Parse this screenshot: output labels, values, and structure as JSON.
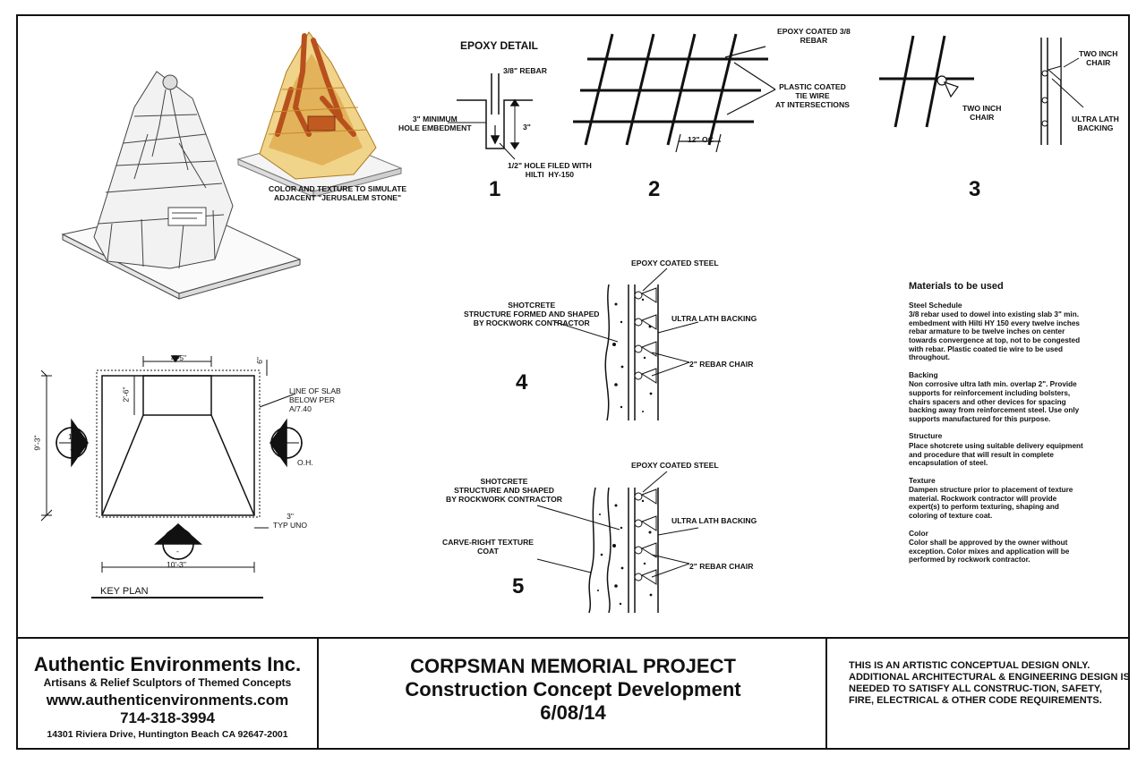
{
  "details": {
    "epoxy_title": "EPOXY DETAIL",
    "rebar_3_8": "3/8\" REBAR",
    "min_hole": "3\" MINIMUM\nHOLE EMBEDMENT",
    "depth_3": "3\"",
    "hole_filled": "1/2\" HOLE FILED WITH\nHILTI  HY-150",
    "epoxy_coated_3_8": "EPOXY COATED 3/8\nREBAR",
    "plastic_tie": "PLASTIC COATED\nTIE WIRE\nAT INTERSECTIONS",
    "oc_12": "12\" OC",
    "two_inch_chair": "TWO INCH\nCHAIR",
    "two_inch_chair_2": "TWO INCH\nCHAIR",
    "ultra_lath": "ULTRA LATH\nBACKING",
    "num1": "1",
    "num2": "2",
    "num3": "3",
    "num4": "4",
    "num5": "5",
    "color_texture": "COLOR AND TEXTURE TO SIMULATE\nADJACENT \"JERUSALEM STONE\"",
    "epoxy_steel_4": "EPOXY COATED STEEL",
    "shotcrete_4": "SHOTCRETE\nSTRUCTURE FORMED AND SHAPED\nBY ROCKWORK CONTRACTOR",
    "lath_4": "ULTRA LATH BACKING",
    "chair_4": "2\" REBAR CHAIR",
    "epoxy_steel_5": "EPOXY COATED STEEL",
    "shotcrete_5": "SHOTCRETE\nSTRUCTURE AND SHAPED\nBY ROCKWORK CONTRACTOR",
    "lath_5": "ULTRA LATH BACKING",
    "carve_right": "CARVE-RIGHT TEXTURE\nCOAT",
    "chair_5": "2\" REBAR CHAIR"
  },
  "key_plan": {
    "title": "KEY PLAN",
    "dim_top": "4'-5\"",
    "dim_6": "6\"",
    "dim_26": "2'-6\"",
    "dim_left": "9'-3\"",
    "dim_bottom": "10'-3\"",
    "slab_note": "LINE OF SLAB\nBELOW PER\nA/7.40",
    "oh": "O.H.",
    "typ": "3\"\nTYP UNO",
    "sec_left_num": "1",
    "sec_left_sub": "-",
    "sec_right_num": "1",
    "sec_right_sub": "-",
    "sec_bottom_num": "2",
    "sec_bottom_sub": "-"
  },
  "materials": {
    "heading": "Materials to be used",
    "sections": [
      {
        "title": "Steel Schedule",
        "text": "3/8 rebar used to dowel into existing slab 3\" min. embedment with Hilti HY 150 every twelve inches rebar armature to be twelve inches on center towards convergence at top, not to be congested with rebar. Plastic coated tie wire to be used throughout."
      },
      {
        "title": "Backing",
        "text": " Non corrosive ultra lath min. overlap 2\". Provide supports for reinforcement including bolsters, chairs spacers and other devices for spacing backing away from reinforcement steel.  Use only supports  manufactured for this purpose."
      },
      {
        "title": "Structure",
        "text": "Place shotcrete using suitable delivery equipment and procedure that will result in complete encapsulation of steel."
      },
      {
        "title": "Texture",
        "text": "Dampen structure prior to placement of texture material.  Rockwork contractor will provide expert(s) to perform texturing, shaping and coloring of texture coat."
      },
      {
        "title": "Color",
        "text": "Color shall be approved by the owner without exception.  Color mixes and application will be performed by rockwork contractor."
      }
    ]
  },
  "title_block": {
    "company": "Authentic Environments Inc.",
    "tagline": "Artisans & Relief Sculptors of Themed Concepts",
    "website": "www.authenticenvironments.com",
    "phone": "714-318-3994",
    "address": "14301 Riviera Drive, Huntington Beach CA 92647-2001",
    "project_line1": "CORPSMAN MEMORIAL PROJECT",
    "project_line2": "Construction Concept Development",
    "date": "6/08/14",
    "disclaimer": "THIS IS AN ARTISTIC CONCEPTUAL DESIGN ONLY. ADDITIONAL ARCHITECTURAL & ENGINEERING DESIGN IS NEEDED TO SATISFY ALL CONSTRUC-TION, SAFETY, FIRE, ELECTRICAL & OTHER CODE REQUIREMENTS."
  },
  "colors": {
    "line": "#111111",
    "stone_light": "#f0d48a",
    "stone_dark": "#c88a2c",
    "figure": "#b8501e"
  }
}
